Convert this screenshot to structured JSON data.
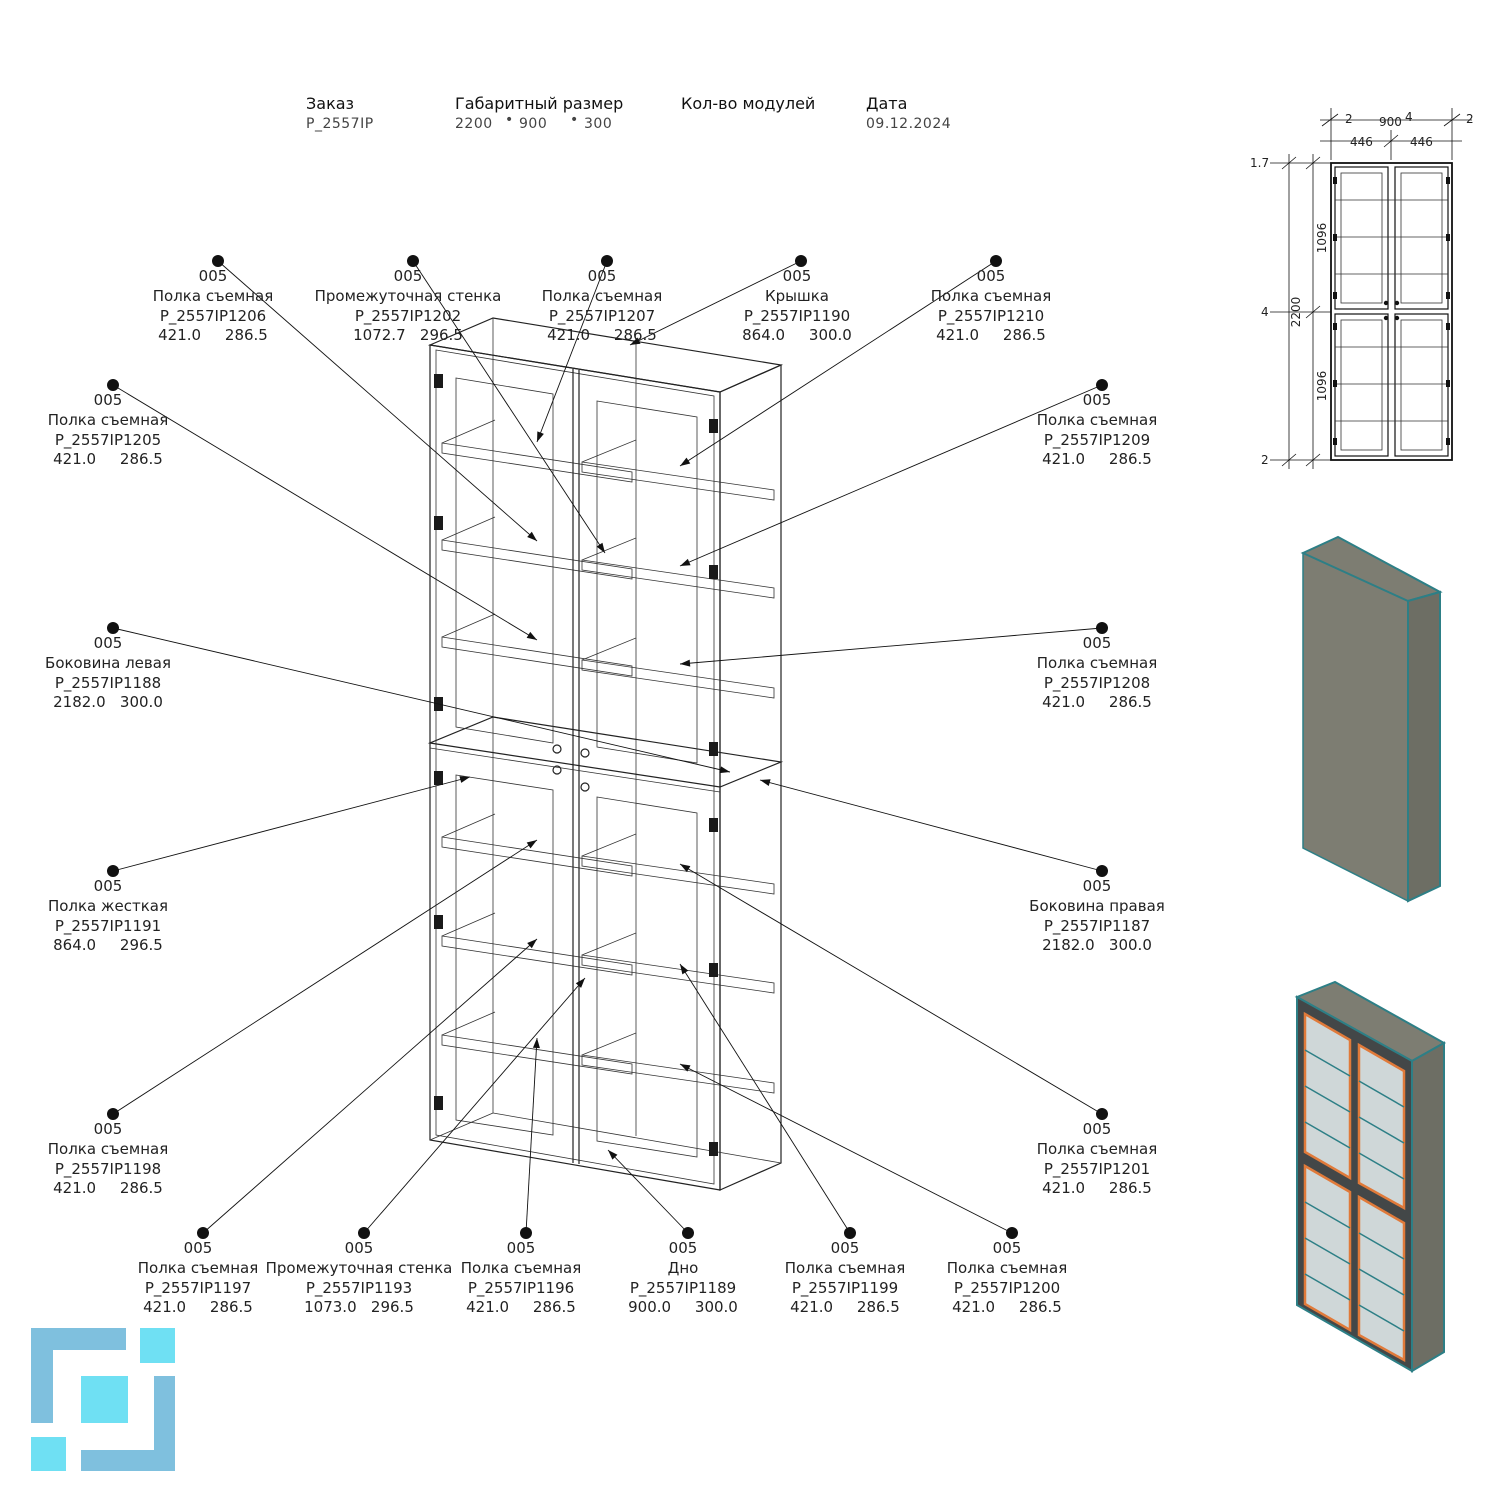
{
  "header": {
    "order_label": "Заказ",
    "order_value": "P_2557IP",
    "size_label": "Габаритный размер",
    "size_h": "2200",
    "size_w": "900",
    "size_d": "300",
    "modules_label": "Кол-во модулей",
    "date_label": "Дата",
    "date_value": "09.12.2024"
  },
  "callouts": [
    {
      "code": "005",
      "name": "Полка съемная",
      "part": "P_2557IP1206",
      "dims": "421.0     286.5"
    },
    {
      "code": "005",
      "name": "Промежуточная стенка",
      "part": "P_2557IP1202",
      "dims": "1072.7   296.5"
    },
    {
      "code": "005",
      "name": "Полка съемная",
      "part": "P_2557IP1207",
      "dims": "421.0     286.5"
    },
    {
      "code": "005",
      "name": "Крышка",
      "part": "P_2557IP1190",
      "dims": "864.0     300.0"
    },
    {
      "code": "005",
      "name": "Полка съемная",
      "part": "P_2557IP1210",
      "dims": "421.0     286.5"
    },
    {
      "code": "005",
      "name": "Полка съемная",
      "part": "P_2557IP1205",
      "dims": "421.0     286.5"
    },
    {
      "code": "005",
      "name": "Полка съемная",
      "part": "P_2557IP1209",
      "dims": "421.0     286.5"
    },
    {
      "code": "005",
      "name": "Боковина левая",
      "part": "P_2557IP1188",
      "dims": "2182.0   300.0"
    },
    {
      "code": "005",
      "name": "Полка съемная",
      "part": "P_2557IP1208",
      "dims": "421.0     286.5"
    },
    {
      "code": "005",
      "name": "Полка жесткая",
      "part": "P_2557IP1191",
      "dims": "864.0     296.5"
    },
    {
      "code": "005",
      "name": "Боковина правая",
      "part": "P_2557IP1187",
      "dims": "2182.0   300.0"
    },
    {
      "code": "005",
      "name": "Полка съемная",
      "part": "P_2557IP1198",
      "dims": "421.0     286.5"
    },
    {
      "code": "005",
      "name": "Полка съемная",
      "part": "P_2557IP1201",
      "dims": "421.0     286.5"
    },
    {
      "code": "005",
      "name": "Полка съемная",
      "part": "P_2557IP1197",
      "dims": "421.0     286.5"
    },
    {
      "code": "005",
      "name": "Промежуточная стенка",
      "part": "P_2557IP1193",
      "dims": "1073.0   296.5"
    },
    {
      "code": "005",
      "name": "Полка съемная",
      "part": "P_2557IP1196",
      "dims": "421.0     286.5"
    },
    {
      "code": "005",
      "name": "Дно",
      "part": "P_2557IP1189",
      "dims": "900.0     300.0"
    },
    {
      "code": "005",
      "name": "Полка съемная",
      "part": "P_2557IP1199",
      "dims": "421.0     286.5"
    },
    {
      "code": "005",
      "name": "Полка съемная",
      "part": "P_2557IP1200",
      "dims": "421.0     286.5"
    }
  ],
  "front_dims": {
    "top": [
      "2",
      "900",
      "4",
      "2"
    ],
    "top_half": [
      "446",
      "446"
    ],
    "left": [
      "1.7",
      "4",
      "2"
    ],
    "heights": [
      "1096",
      "2200",
      "1096"
    ]
  },
  "colors": {
    "panel_face": "#7d7d72",
    "panel_side": "#6d6e64",
    "panel_edge": "#2d7f86",
    "door_frame": "#434748",
    "door_accent": "#e07a3a",
    "glass": "#cfd7d8",
    "logo_dark": "#7fc0de",
    "logo_light": "#6fe0f3"
  }
}
